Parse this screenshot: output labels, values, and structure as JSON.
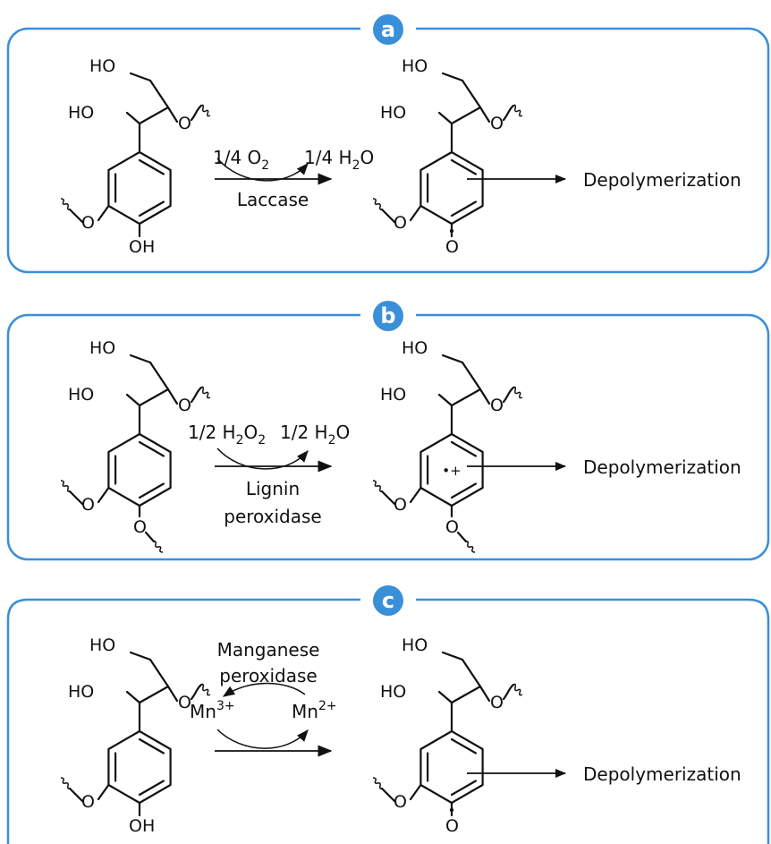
{
  "colors": {
    "frame": "#3a8fd9",
    "badge": "#3a8fd9",
    "ink": "#111111"
  },
  "atoms": {
    "ho": "HO",
    "oh": "OH",
    "o": "O"
  },
  "panels": [
    {
      "badge": "a",
      "reagent_left": "1/4 O",
      "reagent_left_sub": "2",
      "reagent_right": "1/4 H",
      "reagent_right_sub": "2",
      "reagent_right_tail": "O",
      "enzyme_line1": "Laccase",
      "enzyme_line2": "",
      "radical_mark": "",
      "product_text": "Depolymerization"
    },
    {
      "badge": "b",
      "reagent_left": "1/2 H",
      "reagent_left_sub": "2",
      "reagent_left_mid": "O",
      "reagent_left_sub2": "2",
      "reagent_right": "1/2 H",
      "reagent_right_sub": "2",
      "reagent_right_tail": "O",
      "enzyme_line1": "Lignin",
      "enzyme_line2": "peroxidase",
      "radical_mark": "•+",
      "product_text": "Depolymerization"
    },
    {
      "badge": "c",
      "enzyme_line1": "Manganese",
      "enzyme_line2": "peroxidase",
      "mn_left": "Mn",
      "mn_left_sup": "3+",
      "mn_right": "Mn",
      "mn_right_sup": "2+",
      "radical_mark": "",
      "product_text": "Depolymerization"
    }
  ]
}
